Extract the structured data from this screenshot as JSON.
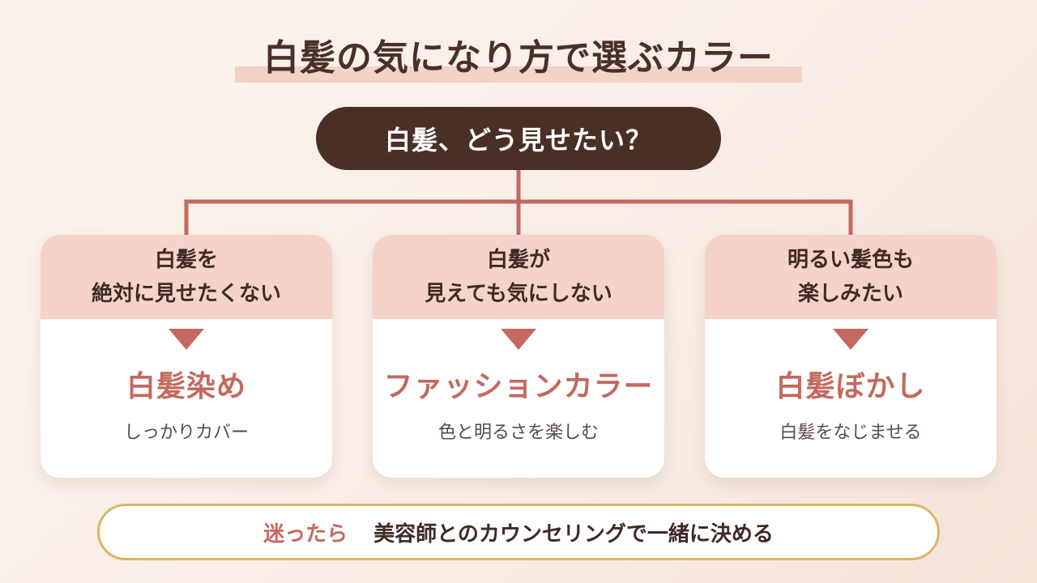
{
  "title": "白髪の気になり方で選ぶカラー",
  "question": "白髪、どう見せたい？",
  "colors": {
    "accent": "#c4695f",
    "dark": "#4a2f27",
    "card_header": "#f5d3ca",
    "footer_border": "#dcb566"
  },
  "options": [
    {
      "condition_line1": "白髪を",
      "condition_line2": "絶対に見せたくない",
      "result": "白髪染め",
      "description": "しっかりカバー"
    },
    {
      "condition_line1": "白髪が",
      "condition_line2": "見えても気にしない",
      "result": "ファッションカラー",
      "description": "色と明るさを楽しむ"
    },
    {
      "condition_line1": "明るい髪色も",
      "condition_line2": "楽しみたい",
      "result": "白髪ぼかし",
      "description": "白髪をなじませる"
    }
  ],
  "footer": {
    "label": "迷ったら",
    "text": "美容師とのカウンセリングで一緒に決める"
  }
}
